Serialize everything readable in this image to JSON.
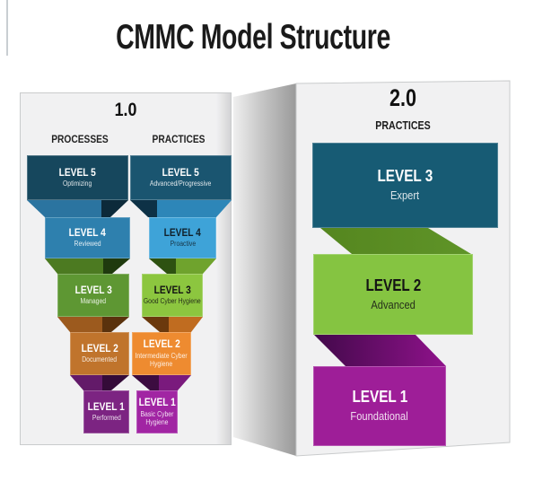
{
  "title": "CMMC Model Structure",
  "panel_1_0": {
    "heading": "1.0",
    "columns": [
      {
        "heading": "PROCESSES",
        "levels": [
          {
            "label": "LEVEL 5",
            "sublabel": "Optimizing"
          },
          {
            "label": "LEVEL 4",
            "sublabel": "Reviewed"
          },
          {
            "label": "LEVEL 3",
            "sublabel": "Managed"
          },
          {
            "label": "LEVEL 2",
            "sublabel": "Documented"
          },
          {
            "label": "LEVEL 1",
            "sublabel": "Performed"
          }
        ]
      },
      {
        "heading": "PRACTICES",
        "levels": [
          {
            "label": "LEVEL 5",
            "sublabel": "Advanced/Progressive"
          },
          {
            "label": "LEVEL 4",
            "sublabel": "Proactive"
          },
          {
            "label": "LEVEL 3",
            "sublabel": "Good Cyber Hygiene"
          },
          {
            "label": "LEVEL 2",
            "sublabel": "Intermediate Cyber Hygiene"
          },
          {
            "label": "LEVEL 1",
            "sublabel": "Basic Cyber Hygiene"
          }
        ]
      }
    ]
  },
  "panel_2_0": {
    "heading": "2.0",
    "subheading": "PRACTICES",
    "levels": [
      {
        "label": "LEVEL 3",
        "sublabel": "Expert"
      },
      {
        "label": "LEVEL 2",
        "sublabel": "Advanced"
      },
      {
        "label": "LEVEL 1",
        "sublabel": "Foundational"
      }
    ]
  },
  "colors": {
    "background": "#ffffff",
    "title_text": "#1a1a1a",
    "panel_face": "#f1f1f2",
    "panel_border": "#c9cbcc",
    "spine_light": "#efefef",
    "spine_mid": "#c6c6c6",
    "spine_dark": "#9a9a9a",
    "v10_processes": [
      {
        "box": "#16475d",
        "text": "#ffffff"
      },
      {
        "box": "#2e80ae",
        "text": "#ffffff"
      },
      {
        "box": "#5e9733",
        "text": "#ffffff"
      },
      {
        "box": "#c0742c",
        "text": "#ffffff"
      },
      {
        "box": "#7c2482",
        "text": "#ffffff"
      }
    ],
    "v10_practices": [
      {
        "box": "#1a5570",
        "text": "#ffffff"
      },
      {
        "box": "#3ea3d8",
        "text": "#10212c"
      },
      {
        "box": "#8cc63f",
        "text": "#131313"
      },
      {
        "box": "#ee8b30",
        "text": "#ffffff"
      },
      {
        "box": "#a125a3",
        "text": "#ffffff"
      }
    ],
    "v10_folds_left": [
      {
        "mid": "#2b74a0",
        "dark": "#0c2a3a"
      },
      {
        "mid": "#4c7a21",
        "dark": "#1f3a0e"
      },
      {
        "mid": "#9c5a1e",
        "dark": "#5a320d"
      },
      {
        "mid": "#631a69",
        "dark": "#340b38"
      }
    ],
    "v10_folds_right": [
      {
        "mid": "#2d86b8",
        "dark": "#0d3146"
      },
      {
        "mid": "#6fa32d",
        "dark": "#2e5211"
      },
      {
        "mid": "#c06c20",
        "dark": "#6b390d"
      },
      {
        "mid": "#7a1a7d",
        "dark": "#3c0c40"
      }
    ],
    "v20_levels": [
      {
        "box": "#175b74",
        "text": "#ffffff"
      },
      {
        "box": "#85c441",
        "text": "#141414"
      },
      {
        "box": "#9e1e98",
        "text": "#ffffff"
      }
    ],
    "v20_folds": [
      {
        "from": "#55861f",
        "to": "#5f9428"
      },
      {
        "from": "#42094a",
        "to": "#8f128b"
      }
    ]
  }
}
